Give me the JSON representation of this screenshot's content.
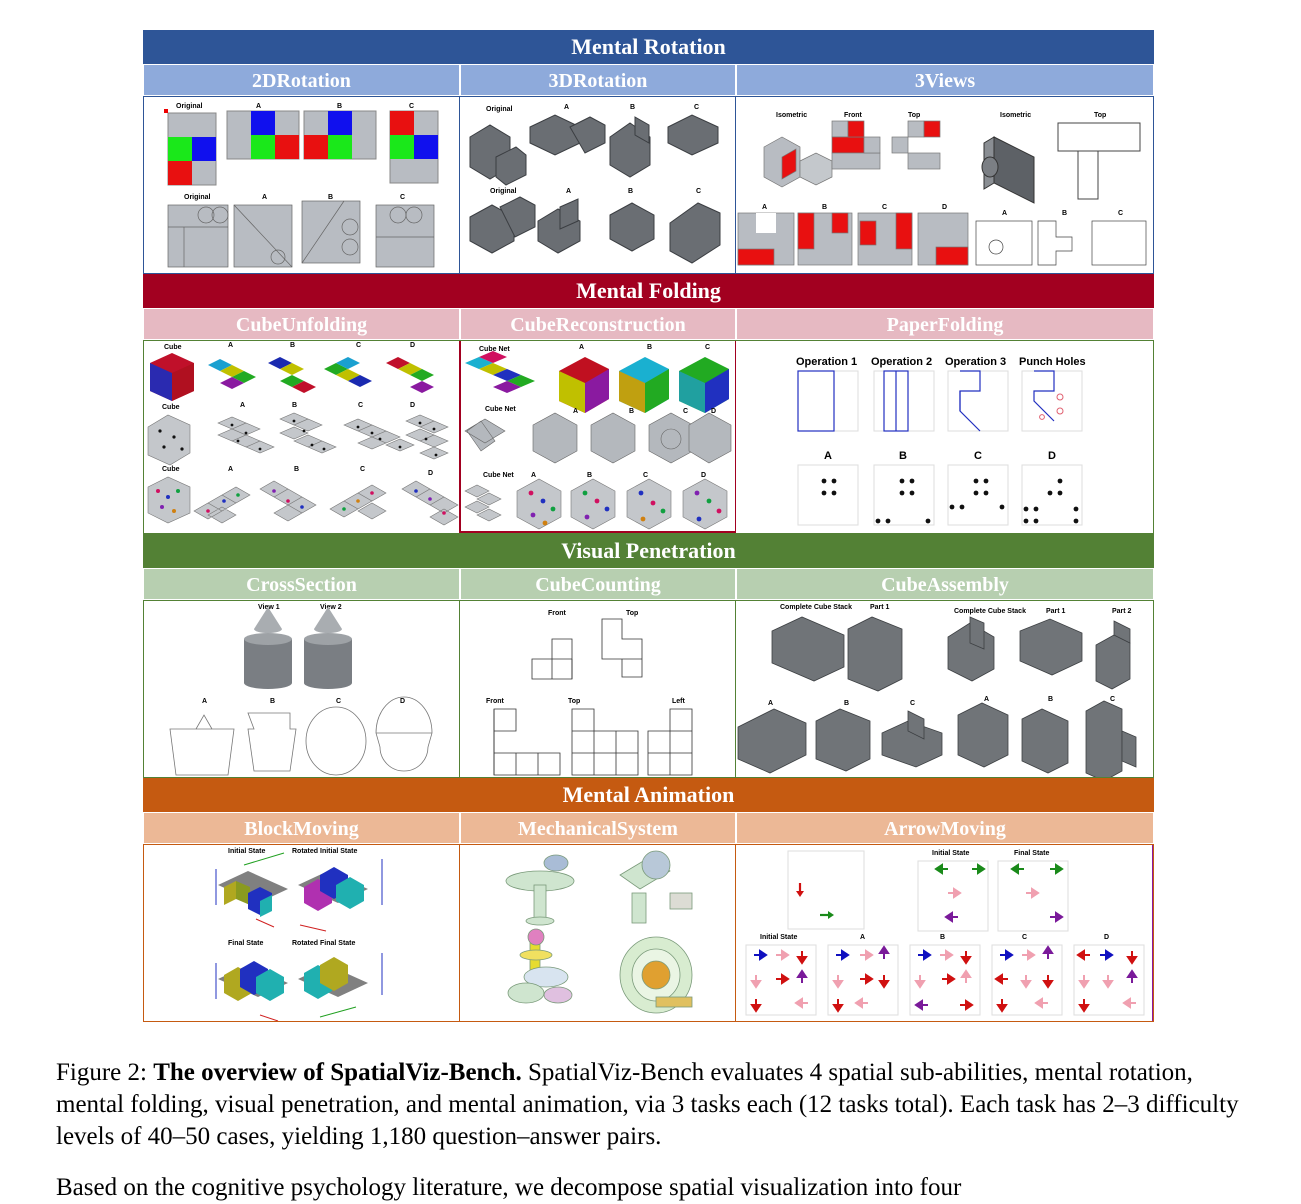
{
  "sections": [
    {
      "title": "Mental Rotation",
      "color": "#2e5597",
      "sub_color": "#8eaadb",
      "border": "#2e5597",
      "tasks": [
        "2DRotation",
        "3DRotation",
        "3Views"
      ]
    },
    {
      "title": "Mental Folding",
      "color": "#a20020",
      "sub_color": "#e6b9c2",
      "border": "#a20020",
      "tasks": [
        "CubeUnfolding",
        "CubeReconstruction",
        "PaperFolding"
      ]
    },
    {
      "title": "Visual Penetration",
      "color": "#538135",
      "sub_color": "#b7cfb0",
      "border": "#538135",
      "tasks": [
        "CrossSection",
        "CubeCounting",
        "CubeAssembly"
      ]
    },
    {
      "title": "Mental Animation",
      "color": "#c55a11",
      "sub_color": "#ecb896",
      "border": "#c55a11",
      "tasks": [
        "BlockMoving",
        "MechanicalSystem",
        "ArrowMoving"
      ]
    }
  ],
  "panel_labels": {
    "original": "Original",
    "a": "A",
    "b": "B",
    "c": "C",
    "d": "D",
    "isometric": "Isometric",
    "front": "Front",
    "top": "Top",
    "left": "Left",
    "cube": "Cube",
    "cube_net": "Cube Net",
    "op1": "Operation 1",
    "op2": "Operation 2",
    "op3": "Operation 3",
    "punch": "Punch Holes",
    "view1": "View 1",
    "view2": "View 2",
    "stack": "Complete Cube Stack",
    "part1": "Part 1",
    "part2": "Part 2",
    "initial": "Initial State",
    "rot_initial": "Rotated Initial State",
    "final": "Final State",
    "rot_final": "Rotated Final State"
  },
  "caption": {
    "prefix": "Figure 2: ",
    "bold": "The overview of SpatialViz-Bench.",
    "text": " SpatialViz-Bench evaluates 4 spatial sub-abilities, mental rotation, mental folding, visual penetration, and mental animation, via 3 tasks each (12 tasks total). Each task has 2–3 difficulty levels of 40–50 cases, yielding 1,180 question–answer pairs."
  },
  "next_paragraph": "Based on the cognitive psychology literature, we decompose spatial visualization into four"
}
